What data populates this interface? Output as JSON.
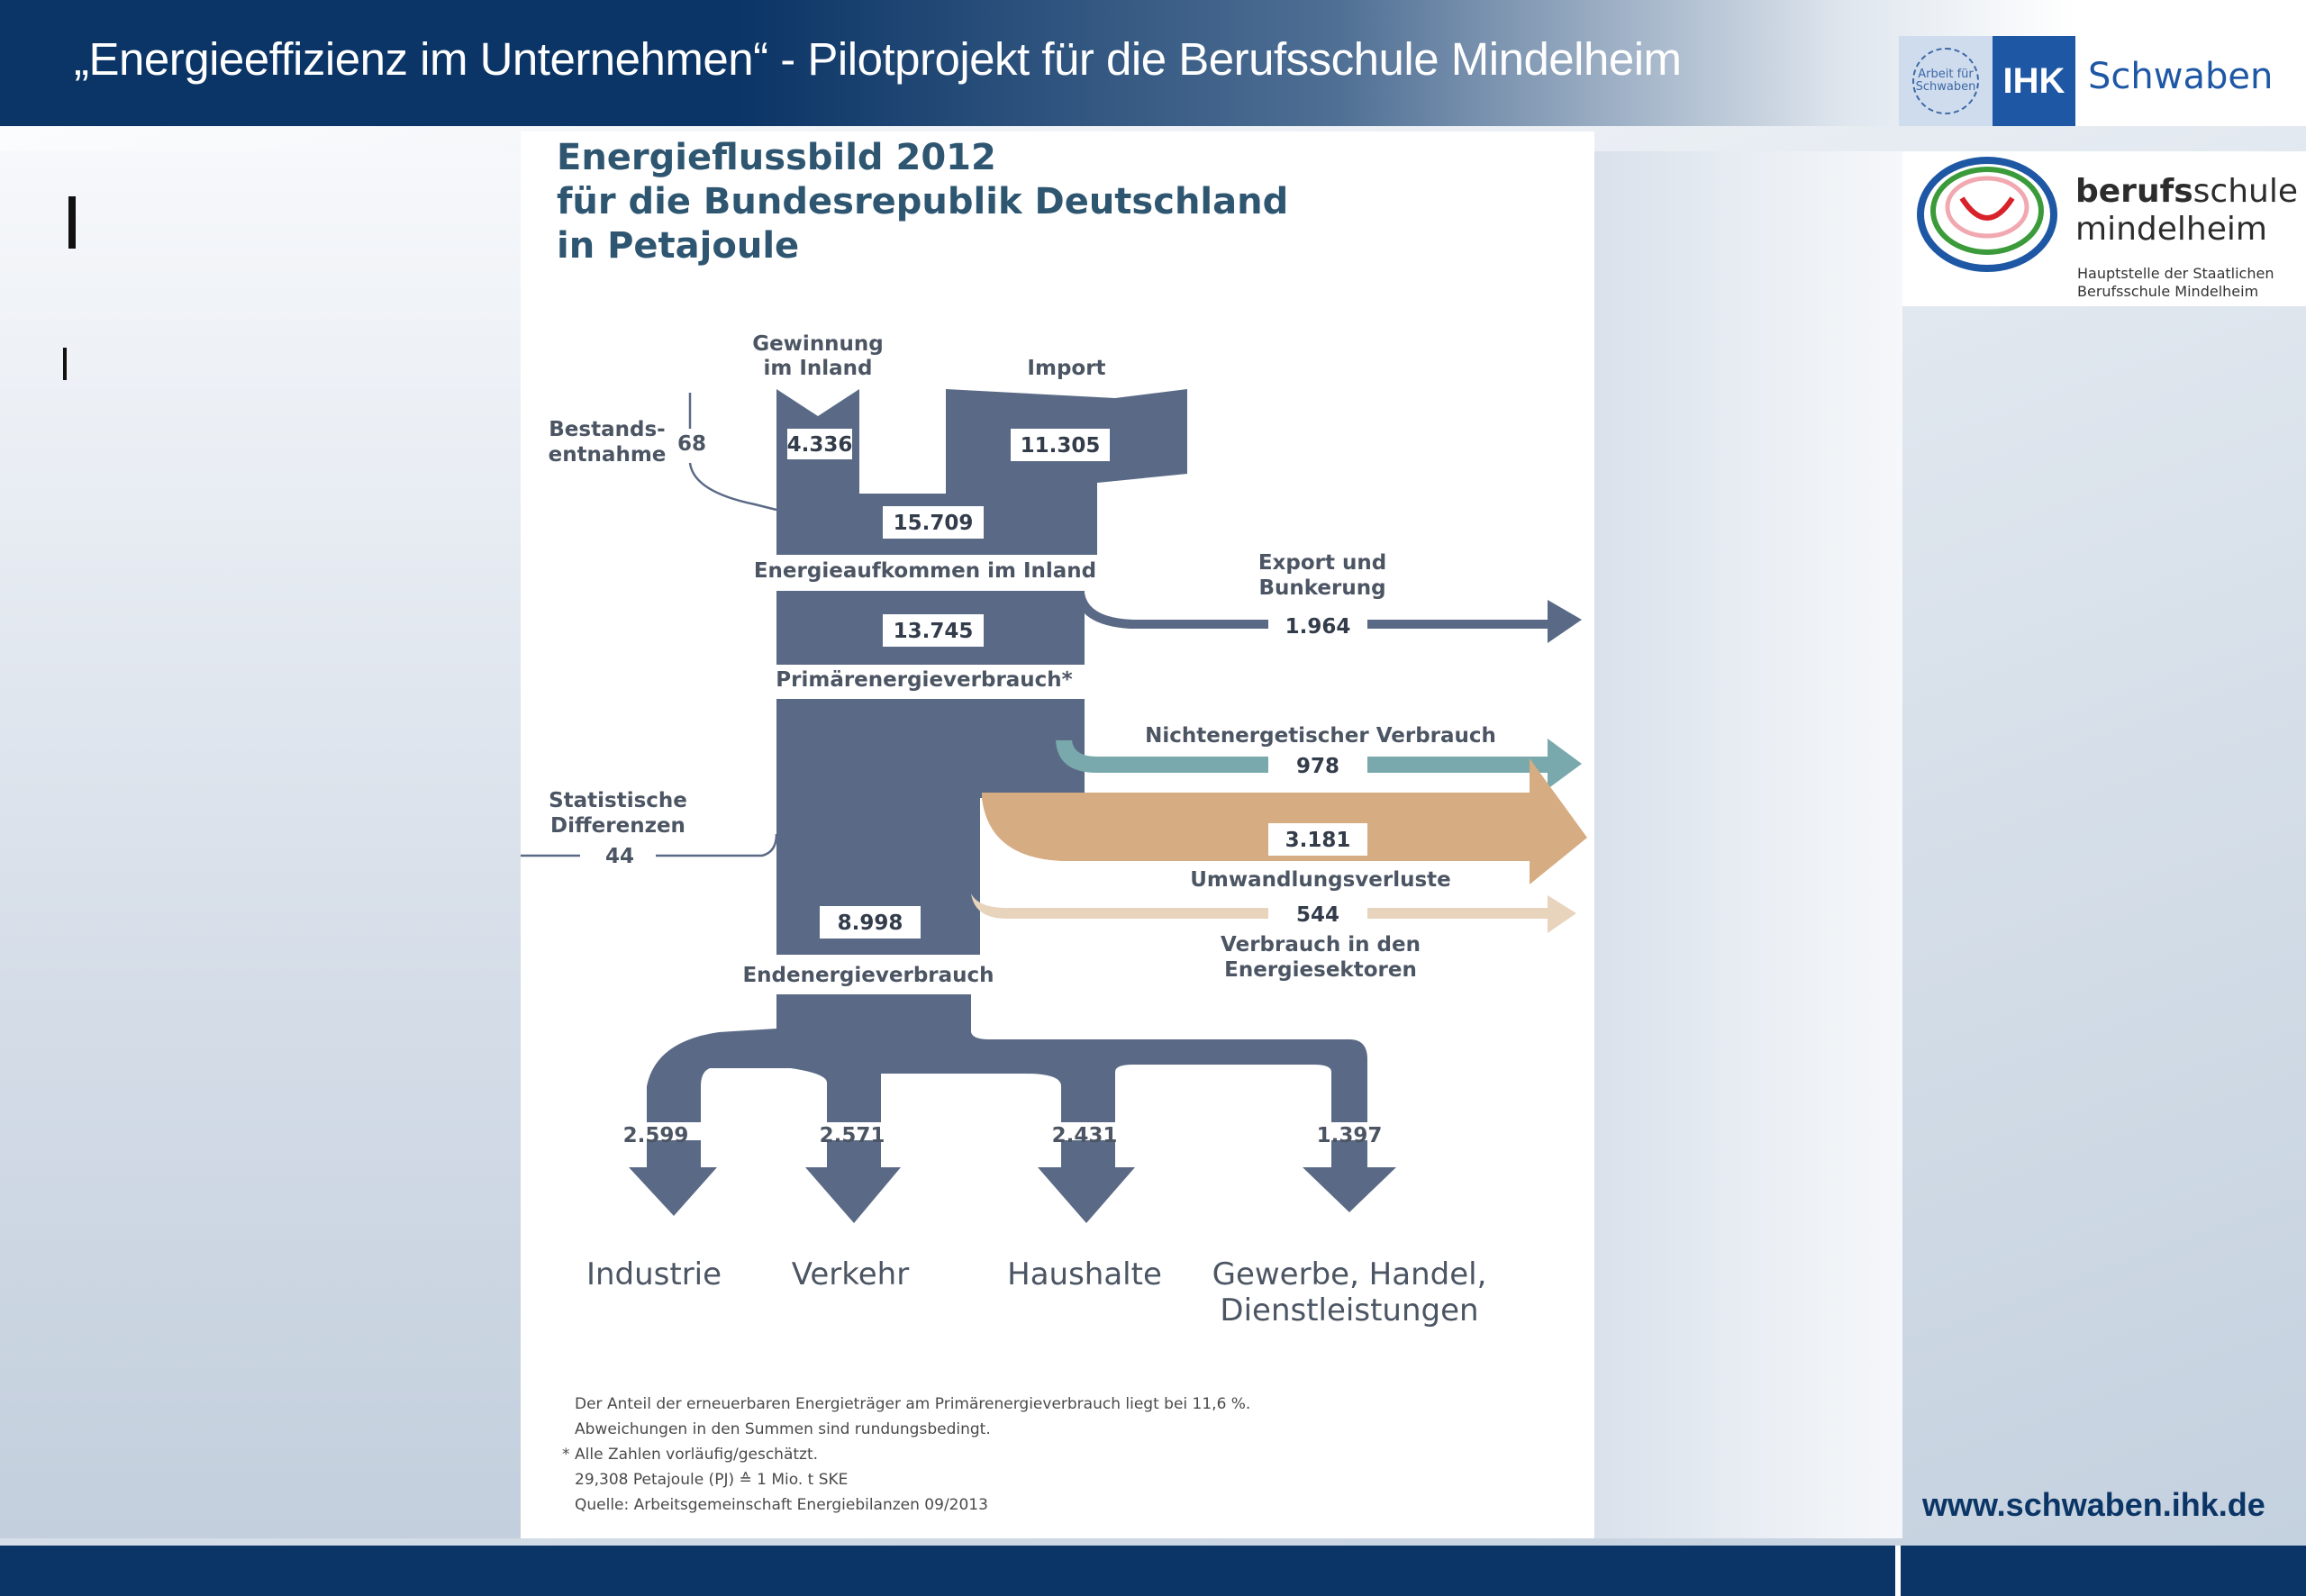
{
  "header": {
    "title": "„Energieeffizienz im Unternehmen“ - Pilotprojekt für die Berufsschule Mindelheim",
    "ihk_seal_text": "Arbeit für Schwaben",
    "ihk_logo_abbr": "IHK",
    "ihk_logo_region": "Schwaben"
  },
  "school_logo": {
    "name_bold": "berufs",
    "name_rest": "schule",
    "name_line2": "mindelheim",
    "subtitle_line1": "Hauptstelle der Staatlichen",
    "subtitle_line2": "Berufsschule Mindelheim"
  },
  "diagram": {
    "title_lines": [
      "Energieflussbild 2012",
      "für die Bundesrepublik Deutschland",
      "in Petajoule"
    ],
    "sources": {
      "gewinnung_label": [
        "Gewinnung",
        "im Inland"
      ],
      "gewinnung_value": "4.336",
      "import_label": "Import",
      "import_value": "11.305",
      "bestand_label": [
        "Bestands-",
        "entnahme"
      ],
      "bestand_value": "68"
    },
    "aufkommen_value": "15.709",
    "aufkommen_label": "Energieaufkommen im Inland",
    "export_label": [
      "Export und",
      "Bunkerung"
    ],
    "export_value": "1.964",
    "primaer_value": "13.745",
    "primaer_label": "Primärenergieverbrauch*",
    "nichtenergetisch_label": "Nichtenergetischer Verbrauch",
    "nichtenergetisch_value": "978",
    "statistik_label": [
      "Statistische",
      "Differenzen"
    ],
    "statistik_value": "44",
    "umwandlung_value": "3.181",
    "umwandlung_label": "Umwandlungsverluste",
    "energiesektoren_value": "544",
    "energiesektoren_label": [
      "Verbrauch in den",
      "Energiesektoren"
    ],
    "endenergie_value": "8.998",
    "endenergie_label": "Endenergieverbrauch",
    "sectors": [
      {
        "value": "2.599",
        "name": [
          "Industrie"
        ]
      },
      {
        "value": "2.571",
        "name": [
          "Verkehr"
        ]
      },
      {
        "value": "2.431",
        "name": [
          "Haushalte"
        ]
      },
      {
        "value": "1.397",
        "name": [
          "Gewerbe, Handel,",
          "Dienstleistungen"
        ]
      }
    ],
    "notes": [
      "Der Anteil der erneuerbaren Energieträger am Primärenergieverbrauch liegt bei 11,6 %.",
      "Abweichungen in den Summen sind rundungsbedingt.",
      "Alle Zahlen vorläufig/geschätzt.",
      "29,308 Petajoule (PJ) ≙ 1 Mio. t SKE",
      "Quelle: Arbeitsgemeinschaft Energiebilanzen 09/2013"
    ],
    "notes_asterisk": "*"
  },
  "footer": {
    "website": "www.schwaben.ihk.de"
  },
  "colors": {
    "navy": "#0b3566",
    "flow_main": "#5a6a86",
    "flow_teal": "#79a9ac",
    "flow_tan": "#d6ac82",
    "flow_light_tan": "#e8d3bd",
    "heading": "#2e5671"
  }
}
